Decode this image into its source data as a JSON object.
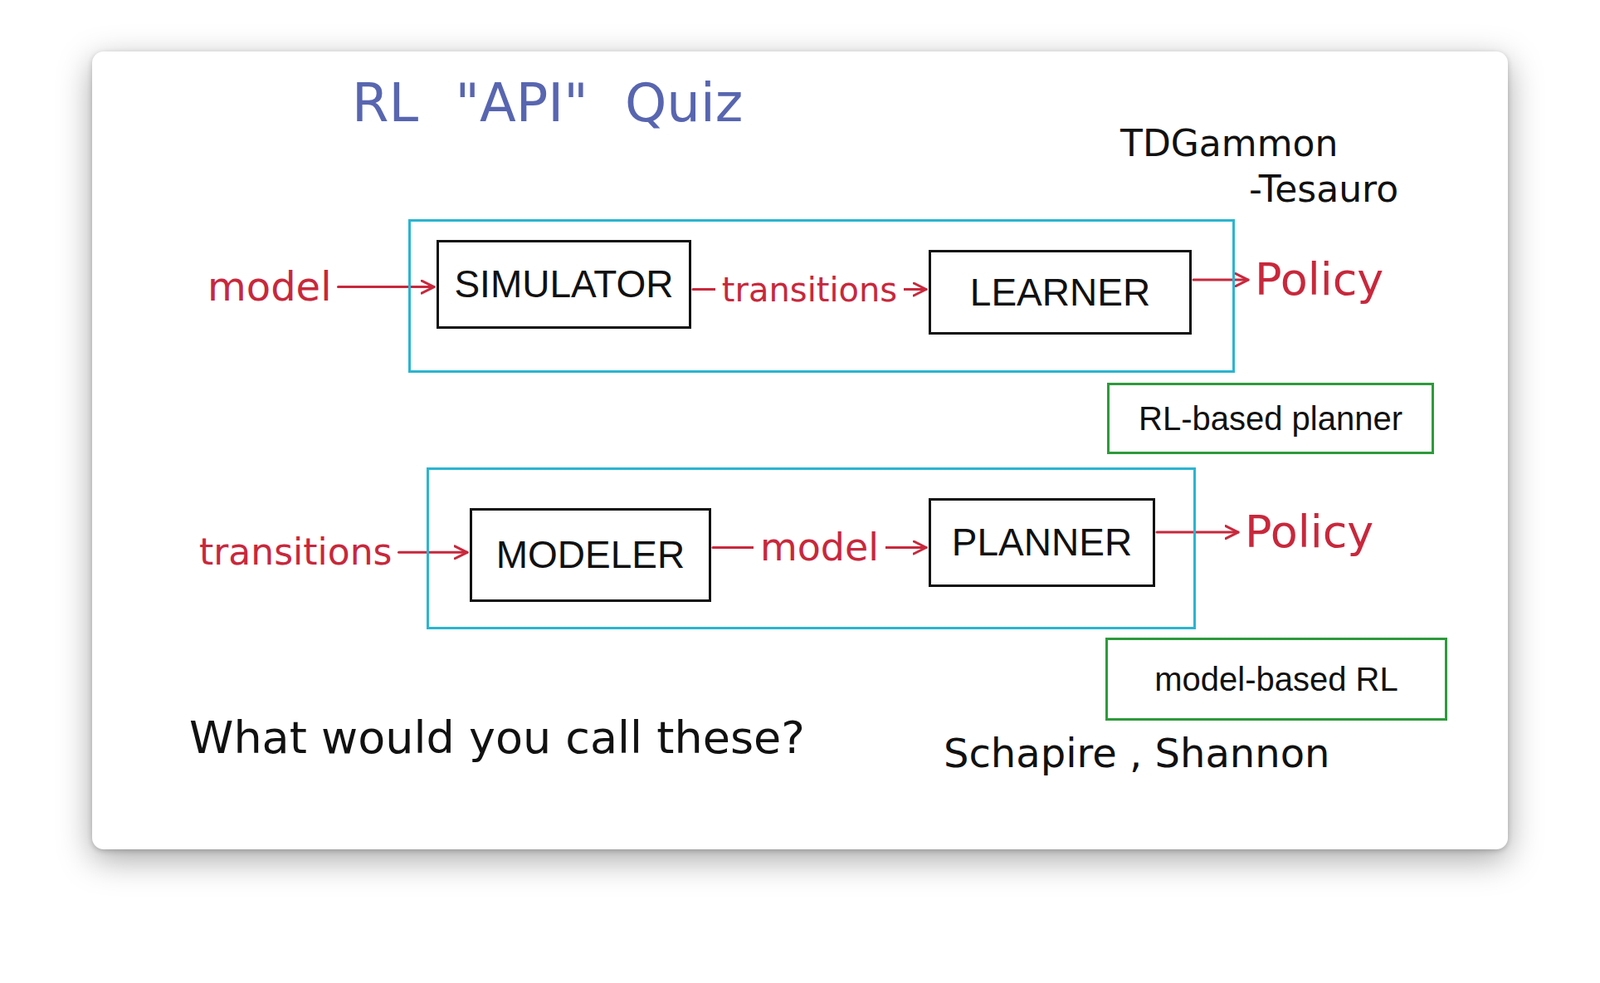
{
  "diagram": {
    "title": "RL \"API\" Quiz",
    "nodes": [
      {
        "text": []
      },
      {
        "text": [
          "SIMULATOR"
        ],
        "in": 0
      },
      {
        "text": [
          "LEARNER"
        ],
        "in": 0
      },
      {
        "text": [
          "RL-based planner"
        ]
      },
      {
        "text": []
      },
      {
        "text": [
          "MODELER"
        ],
        "in": 4
      },
      {
        "text": [
          "PLANNER"
        ],
        "in": 4
      },
      {
        "text": [
          "model-based RL"
        ]
      }
    ],
    "edges": [
      {
        "from": 1,
        "to": 2,
        "label": "transitions",
        "arrow": "to"
      },
      {
        "from": 5,
        "to": 6,
        "label": "model",
        "arrow": "to"
      }
    ],
    "labels": [
      "TDGammon",
      "-Tesauro",
      "model",
      "Policy",
      "transitions",
      "Policy",
      "What would you call these?",
      "Schapire , Shannon"
    ]
  }
}
